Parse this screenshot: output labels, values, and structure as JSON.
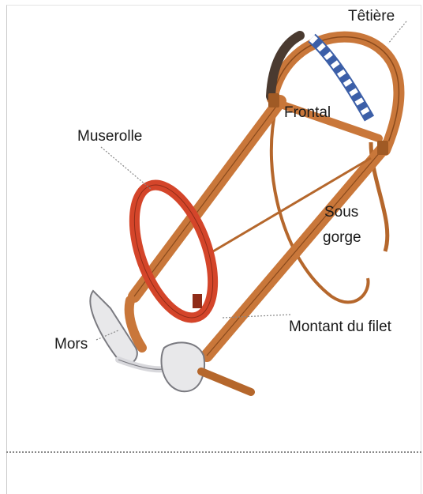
{
  "labels": {
    "tetiere": "Têtière",
    "frontal": "Frontal",
    "muserolle": "Muserolle",
    "sous_gorge_line1": "Sous",
    "sous_gorge_line2": "gorge",
    "montant": "Montant du filet",
    "mors": "Mors"
  },
  "colors": {
    "leather": "#c9773a",
    "leather_dark": "#8a4a1c",
    "noseband": "#d4452a",
    "browband_stripe": "#3c5fa8",
    "bit": "#e8e8ea"
  }
}
